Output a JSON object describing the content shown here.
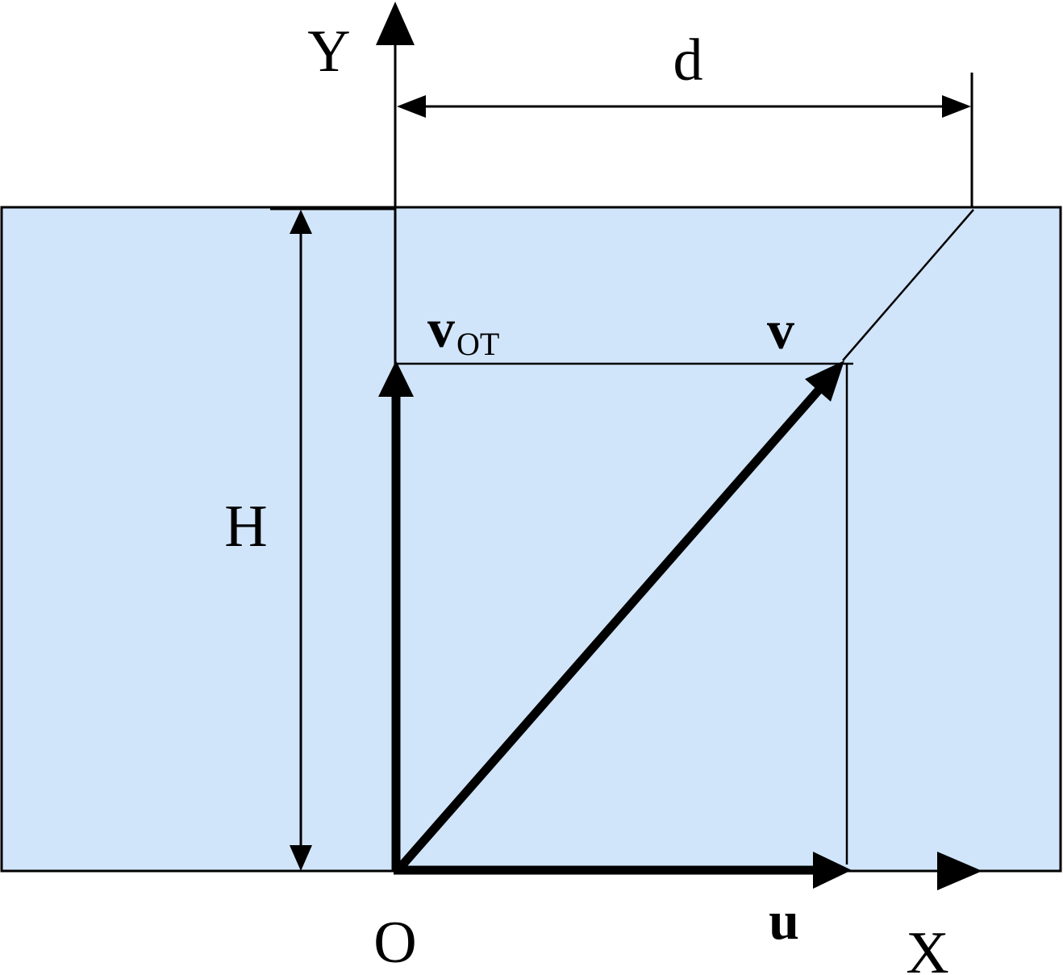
{
  "colors": {
    "river_fill": "#d1e5fa",
    "stroke": "#000000"
  },
  "labels": {
    "axis_y": "Y",
    "axis_x": "X",
    "origin": "O",
    "distance": "d",
    "height": "H",
    "relative_velocity_main": "v",
    "relative_velocity_sub": "ОТ",
    "resultant_velocity": "v",
    "current_velocity": "u"
  }
}
